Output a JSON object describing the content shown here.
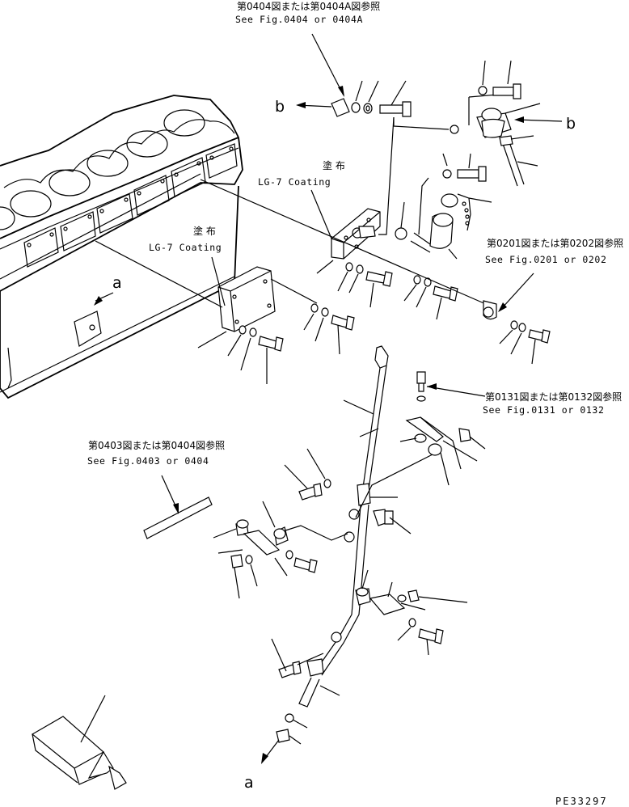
{
  "callouts": {
    "fig0404_jp": "第0404図または第0404A図参照",
    "fig0404_en": "See Fig.0404 or 0404A",
    "coating1_jp": "塗 布",
    "coating1_en": "LG-7 Coating",
    "coating2_jp": "塗 布",
    "coating2_en": "LG-7 Coating",
    "fig0201_jp": "第0201図または第0202図参照",
    "fig0201_en": "See Fig.0201 or 0202",
    "fig0131_jp": "第0131図または第0132図参照",
    "fig0131_en": "See Fig.0131 or 0132",
    "fig0403_jp": "第0403図または第0404図参照",
    "fig0403_en": "See Fig.0403 or 0404"
  },
  "refs": {
    "b_left": "b",
    "b_right": "b",
    "a_upper": "a",
    "a_lower": "a"
  },
  "drawing_code": "PE33297"
}
